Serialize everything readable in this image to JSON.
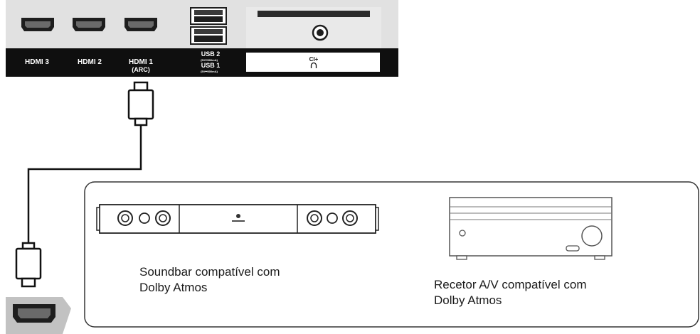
{
  "panel": {
    "ports": {
      "hdmi3": "HDMI 3",
      "hdmi2": "HDMI 2",
      "hdmi1": "HDMI 1",
      "hdmi1_sub": "(ARC)",
      "usb2": "USB 2",
      "usb2_spec": "(5V⎓500mA)",
      "usb1": "USB 1",
      "usb1_spec": "(5V⎓500mA)",
      "ci": "CI+",
      "headphone": "headphone-icon"
    },
    "colors": {
      "port_bar": "#111111",
      "panel": "#e0e0e0"
    }
  },
  "devices": {
    "soundbar_caption_1": "Soundbar compatível com",
    "soundbar_caption_2": "Dolby Atmos",
    "receiver_caption_1": "Recetor A/V compatível com",
    "receiver_caption_2": "Dolby Atmos"
  }
}
